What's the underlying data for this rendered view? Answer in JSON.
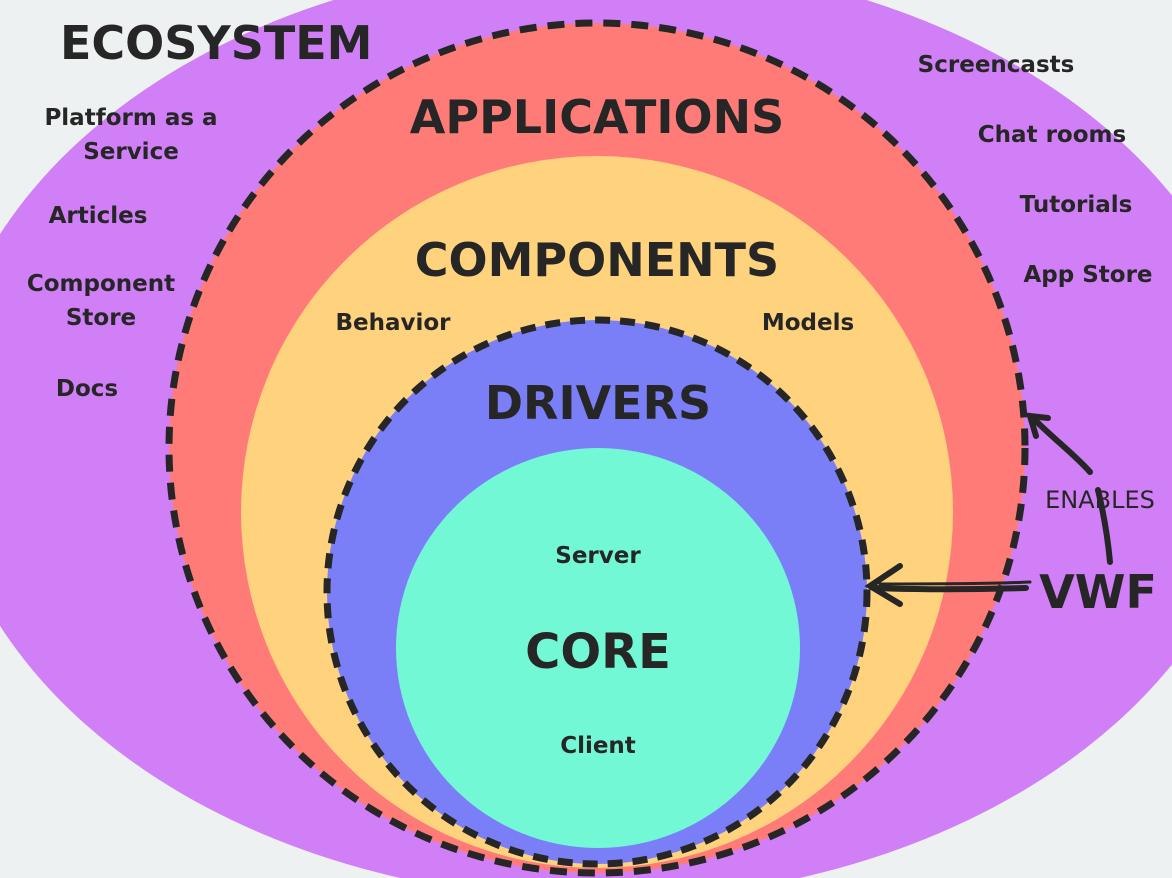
{
  "colors": {
    "background": "#eef1f2",
    "ecosystem": "#d07ff7",
    "applications": "#ff7b78",
    "components": "#ffd27d",
    "drivers": "#7a7ff7",
    "core": "#73f8d5",
    "ink": "#262626"
  },
  "layers": {
    "ecosystem": {
      "title": "ECOSYSTEM",
      "items_left": [
        "Platform as a",
        "Service",
        "Articles",
        "Component",
        "Store",
        "Docs"
      ],
      "items_right": [
        "Screencasts",
        "Chat rooms",
        "Tutorials",
        "App Store"
      ]
    },
    "applications": {
      "title": "APPLICATIONS"
    },
    "components": {
      "title": "COMPONENTS",
      "items": [
        "Behavior",
        "Models"
      ]
    },
    "drivers": {
      "title": "DRIVERS"
    },
    "core": {
      "title": "CORE",
      "items": [
        "Server",
        "Client"
      ]
    }
  },
  "annotations": {
    "vwf": "VWF",
    "enables": "ENABLES"
  },
  "icons": [
    "arrow-to-drivers-icon",
    "arrow-to-applications-icon"
  ]
}
